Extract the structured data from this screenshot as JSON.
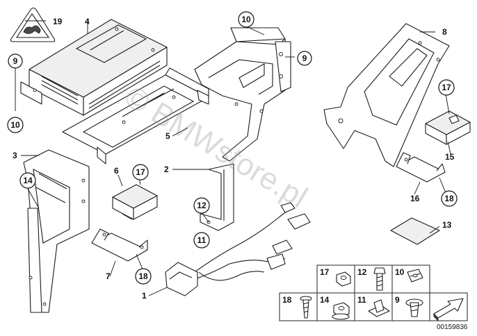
{
  "callouts": {
    "c1": "1",
    "c2": "2",
    "c3": "3",
    "c4": "4",
    "c5": "5",
    "c6": "6",
    "c7": "7",
    "c8": "8",
    "c9a": "9",
    "c9b": "9",
    "c10a": "10",
    "c10b": "10",
    "c11": "11",
    "c12": "12",
    "c13": "13",
    "c14": "14",
    "c15": "15",
    "c16": "16",
    "c17a": "17",
    "c17b": "17",
    "c18a": "18",
    "c18b": "18",
    "c19": "19"
  },
  "fastener_table": {
    "cells": [
      "17",
      "12",
      "10",
      "18",
      "14",
      "11",
      "9"
    ]
  },
  "watermark": "© BMWstore.pl",
  "reference_number": "00159836"
}
